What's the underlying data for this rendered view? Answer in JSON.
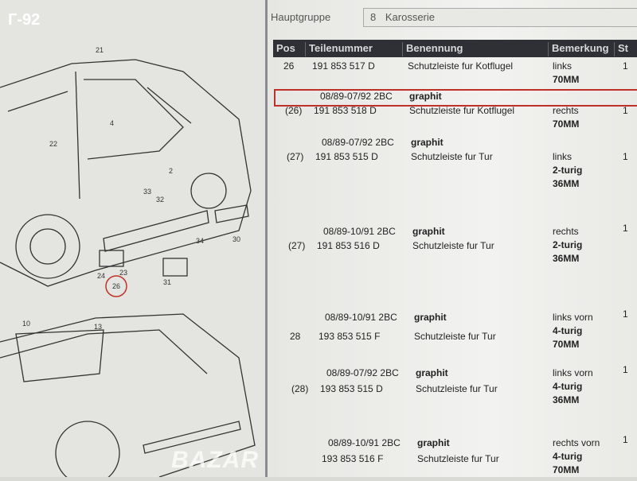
{
  "badge": "Г-92",
  "watermark": "BAZAR",
  "hauptgruppe": {
    "label": "Hauptgruppe",
    "code": "8",
    "value": "Karosserie"
  },
  "columns": {
    "pos": "Pos",
    "part": "Teilenummer",
    "name": "Benennung",
    "remark": "Bemerkung",
    "st": "St"
  },
  "diagram_callouts": [
    "21",
    "22",
    "4",
    "2",
    "33",
    "32",
    "34",
    "30",
    "31",
    "26",
    "24",
    "23",
    "13",
    "10"
  ],
  "rows": [
    {
      "date": "",
      "color": "",
      "pos": "26",
      "part": "191 853 517 D",
      "name": "Schutzleiste fur Kotflugel",
      "remarks": [
        "links",
        "70MM"
      ],
      "st": "1"
    },
    {
      "date": "08/89-07/92 2BC",
      "color": "graphit",
      "pos": "(26)",
      "part": "191 853 518 D",
      "name": "Schutzleiste fur Kotflugel",
      "remarks": [
        "rechts",
        "70MM"
      ],
      "st": "1",
      "selected": true
    },
    {
      "date": "08/89-07/92 2BC",
      "color": "graphit",
      "pos": "(27)",
      "part": "191 853 515 D",
      "name": "Schutzleiste fur Tur",
      "remarks": [
        "links",
        "2-turig",
        "36MM"
      ],
      "st": "1"
    },
    {
      "date": "08/89-10/91 2BC",
      "color": "graphit",
      "pos": "(27)",
      "part": "191 853 516 D",
      "name": "Schutzleiste fur Tur",
      "remarks": [
        "rechts",
        "2-turig",
        "36MM"
      ],
      "st": "1"
    },
    {
      "date": "08/89-10/91 2BC",
      "color": "graphit",
      "pos": "28",
      "part": "193 853 515 F",
      "name": "Schutzleiste fur Tur",
      "remarks": [
        "links vorn",
        "4-turig",
        "70MM"
      ],
      "st": "1"
    },
    {
      "date": "08/89-07/92 2BC",
      "color": "graphit",
      "pos": "(28)",
      "part": "193 853 515 D",
      "name": "Schutzleiste fur Tur",
      "remarks": [
        "links vorn",
        "4-turig",
        "36MM"
      ],
      "st": "1"
    },
    {
      "date": "08/89-10/91 2BC",
      "color": "graphit",
      "pos": "",
      "part": "193 853 516 F",
      "name": "Schutzleiste fur Tur",
      "remarks": [
        "rechts vorn",
        "4-turig",
        "70MM"
      ],
      "st": "1"
    }
  ]
}
